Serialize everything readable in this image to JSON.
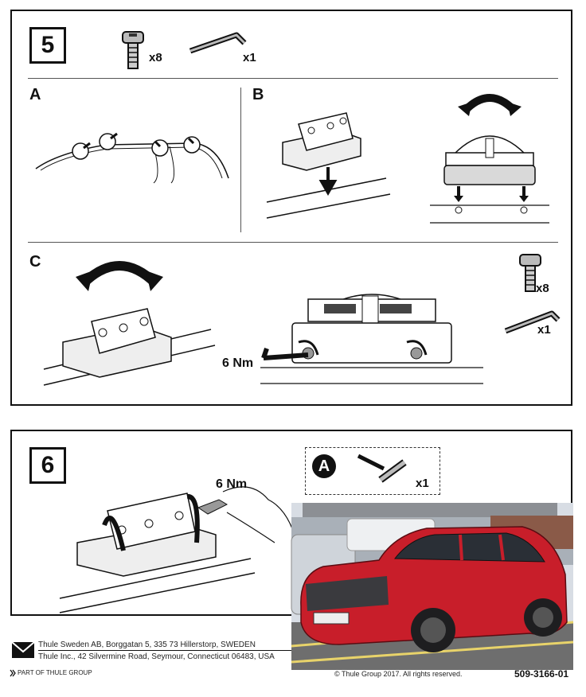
{
  "step5": {
    "number": "5",
    "screw_qty": "x8",
    "key_qty": "x1",
    "sections": {
      "a": "A",
      "b": "B",
      "c": "C"
    },
    "torque": "6 Nm",
    "c_screw_qty": "x8",
    "c_key_qty": "x1"
  },
  "step6": {
    "number": "6",
    "torque": "6 Nm",
    "option_badge": "A",
    "tool_qty": "x1"
  },
  "footer": {
    "address_sweden": "Thule Sweden AB, Borggatan 5, 335 73 Hillerstorp, SWEDEN",
    "address_usa": "Thule Inc., 42 Silvermine Road, Seymour, Connecticut 06483, USA",
    "part_of": "PART OF THULE GROUP",
    "copyright": "© Thule Group 2017. All rights reserved.",
    "doc_number": "509-3166-01"
  },
  "colors": {
    "car_red": "#c81e2a",
    "sky": "#d8dde4",
    "asphalt": "#6e6e6e"
  },
  "icons": [
    "screw-icon",
    "hex-key-icon",
    "arrow-down-icon",
    "rotate-arrow-icon",
    "envelope-icon",
    "thule-chevron-icon"
  ]
}
